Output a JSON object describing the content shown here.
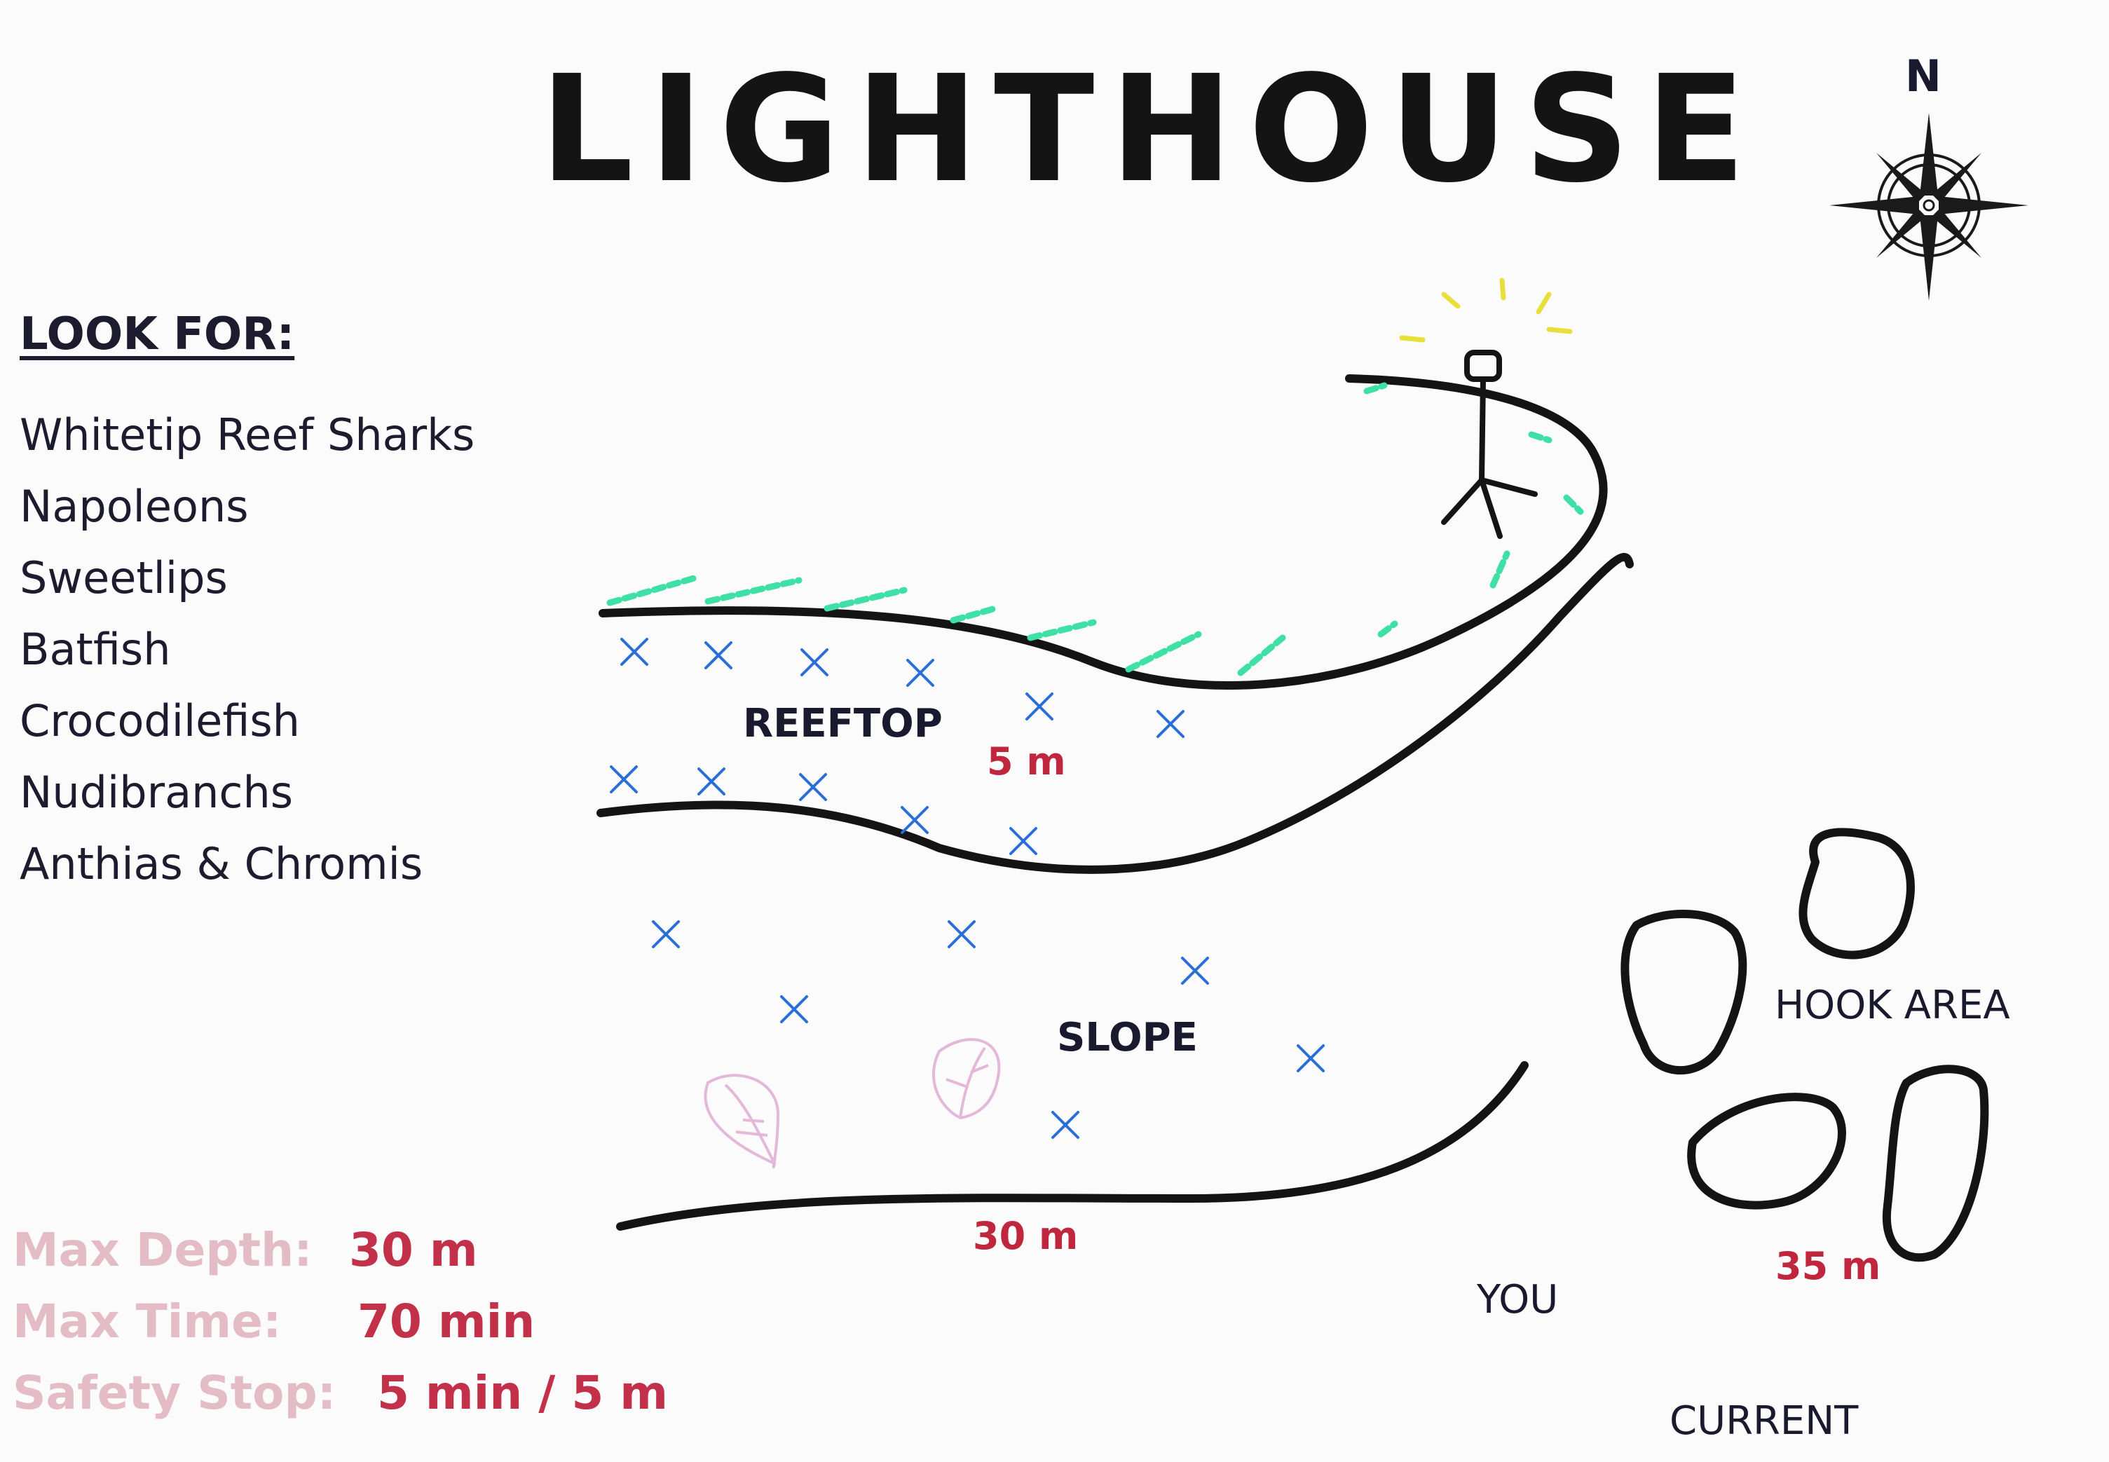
{
  "map": {
    "title": "LIGHTHOUSE",
    "north_label": "N"
  },
  "look_for": {
    "heading": "LOOK FOR:",
    "items": [
      "Whitetip Reef Sharks",
      "Napoleons",
      "Sweetlips",
      "Batfish",
      "Crocodilefish",
      "Nudibranchs",
      "Anthias & Chromis"
    ]
  },
  "zones": {
    "reeftop": "REEFTOP",
    "slope": "SLOPE",
    "hook_area": "HOOK AREA"
  },
  "depths": {
    "reeftop": "5 m",
    "slope_bottom": "30 m",
    "hook": "35 m"
  },
  "markers": {
    "you": "YOU",
    "current": "CURRENT"
  },
  "dive_stats": {
    "max_depth_label": "Max Depth:",
    "max_depth_value": "30 m",
    "max_time_label": "Max Time:",
    "max_time_value": "70 min",
    "safety_stop_label": "Safety Stop:",
    "safety_stop_value": "5 min / 5 m"
  },
  "colors": {
    "ink": "#141414",
    "depth_red": "#c0273f",
    "coral_blue": "#2a6fd6",
    "seagrass_green": "#3fe0a6",
    "light_yellow": "#e8df3a",
    "faded_pink": "#e3bcc5",
    "fan_pink": "#e4b8d8"
  },
  "icons": [
    "compass-rose-icon",
    "lighthouse-figure-icon",
    "coral-x-icon",
    "sea-fan-icon"
  ]
}
